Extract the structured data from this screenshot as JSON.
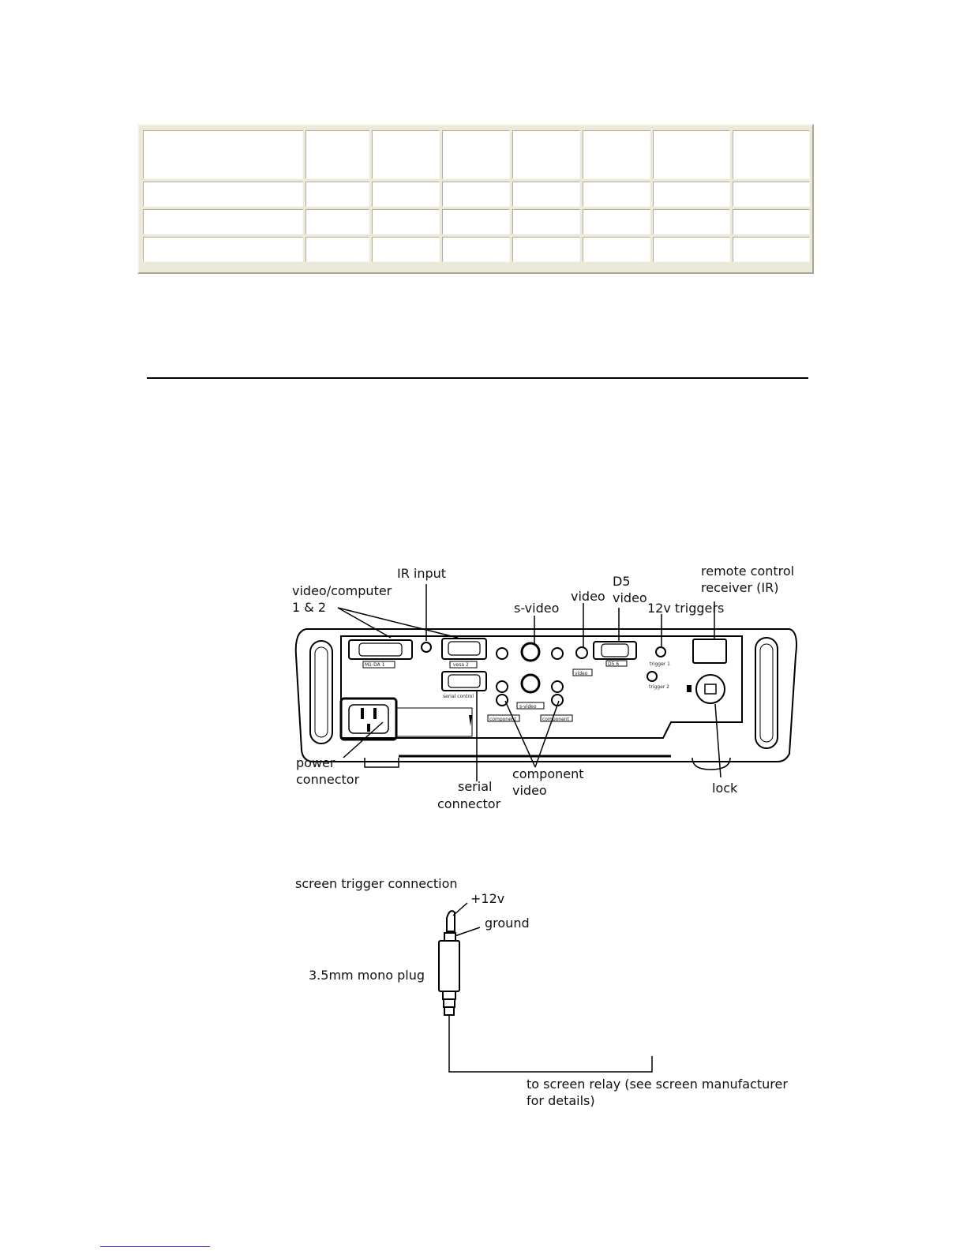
{
  "table": {
    "rows": [
      [
        "",
        "",
        "",
        "",
        "",
        "",
        "",
        ""
      ],
      [
        "",
        "",
        "",
        "",
        "",
        "",
        "",
        ""
      ],
      [
        "",
        "",
        "",
        "",
        "",
        "",
        "",
        ""
      ],
      [
        "",
        "",
        "",
        "",
        "",
        "",
        "",
        ""
      ]
    ]
  },
  "figure1": {
    "labels": {
      "ir_input": "IR input",
      "video_computer_l1": "video/computer",
      "video_computer_l2": "1 & 2",
      "s_video": "s-video",
      "video": "video",
      "d5_l1": "D5",
      "d5_l2": "video",
      "triggers_12v": "12v triggers",
      "remote_l1": "remote control",
      "remote_l2": "receiver (IR)",
      "power_l1": "power",
      "power_l2": "connector",
      "serial_l1": "serial",
      "serial_l2": "connector",
      "component_l1": "component",
      "component_l2": "video",
      "lock": "lock"
    },
    "panel_text": {
      "m1da": "M1-DA 1",
      "vesa2": "vesa 2",
      "serial_control": "serial control",
      "d5": "D5 6",
      "trigger1": "trigger 1",
      "trigger2": "trigger 2",
      "component3": "component",
      "component_right": "component",
      "video7": "video",
      "svideo5": "s-video"
    }
  },
  "figure2": {
    "title": "screen trigger connection",
    "plus12v": "+12v",
    "ground": "ground",
    "plug": "3.5mm mono plug",
    "relay_l1": "to screen relay (see screen manufacturer",
    "relay_l2": "for details)"
  }
}
